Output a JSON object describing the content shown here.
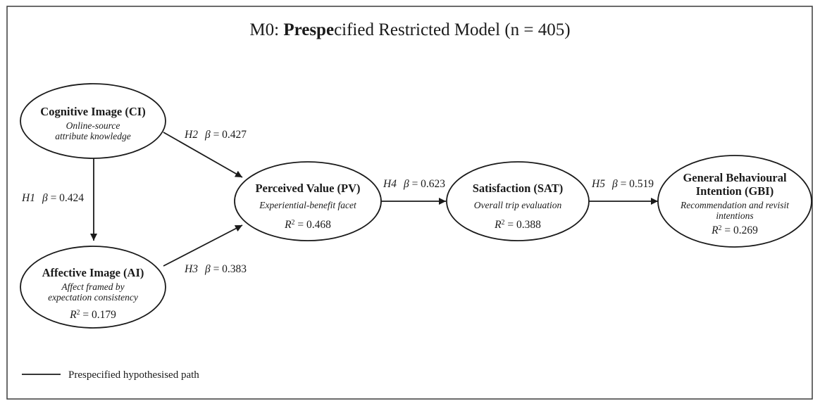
{
  "title": {
    "prefix": "M0: ",
    "bold": "Prespe",
    "rest": "cified Restricted Model (n = 405)"
  },
  "nodes": {
    "ci": {
      "title": "Cognitive Image (CI)",
      "sub1": "Online-source",
      "sub2": "attribute knowledge"
    },
    "ai": {
      "title": "Affective Image (AI)",
      "sub1": "Affect framed by",
      "sub2": "expectation consistency",
      "r2_label": "R",
      "r2_exp": "2",
      "r2_value": " = 0.179"
    },
    "pv": {
      "title": "Perceived Value (PV)",
      "sub1": "Experiential-benefit facet",
      "r2_label": "R",
      "r2_exp": "2",
      "r2_value": " = 0.468"
    },
    "sat": {
      "title": "Satisfaction (SAT)",
      "sub1": "Overall trip evaluation",
      "r2_label": "R",
      "r2_exp": "2",
      "r2_value": " = 0.388"
    },
    "gbi": {
      "title1": "General Behavioural",
      "title2": "Intention (GBI)",
      "sub1": "Recommendation and revisit",
      "sub2": "intentions",
      "r2_label": "R",
      "r2_exp": "2",
      "r2_value": " = 0.269"
    }
  },
  "paths": {
    "h1": {
      "hyp": "H1",
      "beta": "β",
      "value": " = 0.424"
    },
    "h2": {
      "hyp": "H2",
      "beta": "β",
      "value": " = 0.427"
    },
    "h3": {
      "hyp": "H3",
      "beta": "β",
      "value": " = 0.383"
    },
    "h4": {
      "hyp": "H4",
      "beta": "β",
      "value": " = 0.623"
    },
    "h5": {
      "hyp": "H5",
      "beta": "β",
      "value": " = 0.519"
    }
  },
  "legend": {
    "label": "Prespecified hypothesised path"
  },
  "colors": {
    "ink": "#1a1a1a",
    "background": "#ffffff",
    "frame": "#3a3a3a"
  }
}
